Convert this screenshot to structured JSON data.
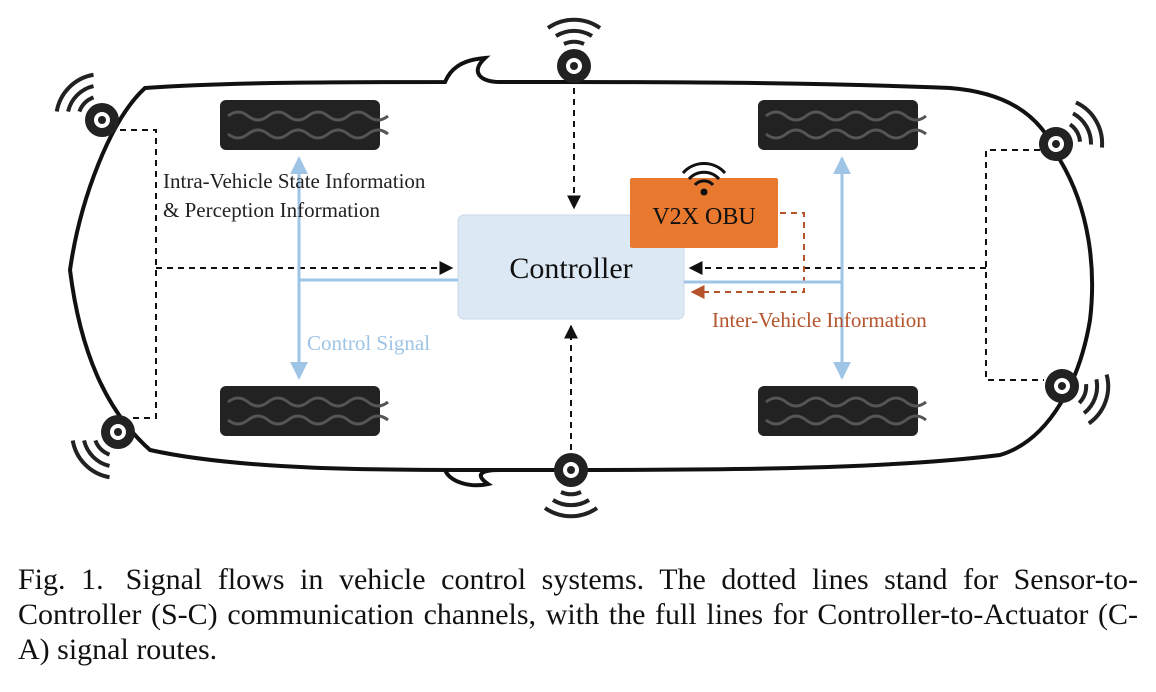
{
  "diagram": {
    "controller_label": "Controller",
    "obu_label": "V2X OBU",
    "intra_label_line1": "Intra-Vehicle State Information",
    "intra_label_line2": "& Perception Information",
    "control_signal_label": "Control Signal",
    "inter_vehicle_label": "Inter-Vehicle Information",
    "colors": {
      "controller_fill": "#dce8f4",
      "obu_fill": "#e8792e",
      "control_line": "#9ec4e6",
      "inter_line": "#b5532a",
      "tire": "#222222",
      "sensor": "#222222"
    },
    "icons": [
      "sensor-icon",
      "tire-icon",
      "wifi-icon"
    ]
  },
  "caption": {
    "figure_number": "Fig. 1.",
    "text": "Signal flows in vehicle control systems. The dotted lines stand for Sensor-to-Controller (S-C) communication channels, with the full lines for Controller-to-Actuator (C-A) signal routes."
  }
}
